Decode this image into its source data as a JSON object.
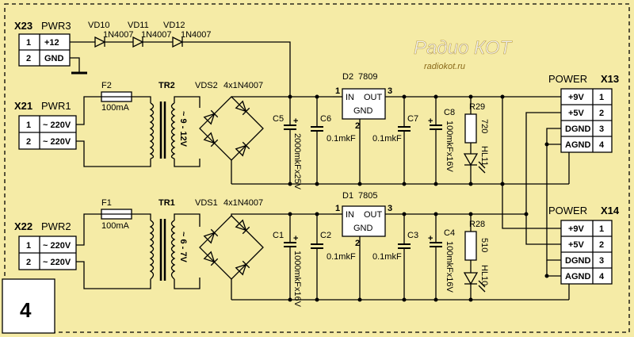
{
  "watermark": {
    "title": "Радио КОТ",
    "url": "radiokot.ru"
  },
  "figure_number": "4",
  "connectors": {
    "x23": {
      "ref": "X23",
      "name": "PWR3",
      "pins": [
        {
          "num": "1",
          "label": "+12"
        },
        {
          "num": "2",
          "label": "GND"
        }
      ]
    },
    "x21": {
      "ref": "X21",
      "name": "PWR1",
      "pins": [
        {
          "num": "1",
          "label": "~ 220V"
        },
        {
          "num": "2",
          "label": "~ 220V"
        }
      ]
    },
    "x22": {
      "ref": "X22",
      "name": "PWR2",
      "pins": [
        {
          "num": "1",
          "label": "~ 220V"
        },
        {
          "num": "2",
          "label": "~ 220V"
        }
      ]
    },
    "x13": {
      "ref": "X13",
      "name": "POWER",
      "pins": [
        {
          "label": "+9V",
          "num": "1"
        },
        {
          "label": "+5V",
          "num": "2"
        },
        {
          "label": "DGND",
          "num": "3"
        },
        {
          "label": "AGND",
          "num": "4"
        }
      ]
    },
    "x14": {
      "ref": "X14",
      "name": "POWER",
      "pins": [
        {
          "label": "+9V",
          "num": "1"
        },
        {
          "label": "+5V",
          "num": "2"
        },
        {
          "label": "DGND",
          "num": "3"
        },
        {
          "label": "AGND",
          "num": "4"
        }
      ]
    }
  },
  "diodes": [
    {
      "ref": "VD10",
      "part": "1N4007"
    },
    {
      "ref": "VD11",
      "part": "1N4007"
    },
    {
      "ref": "VD12",
      "part": "1N4007"
    }
  ],
  "fuses": {
    "f2": {
      "ref": "F2",
      "value": "100mA"
    },
    "f1": {
      "ref": "F1",
      "value": "100mA"
    }
  },
  "transformers": {
    "tr2": {
      "ref": "TR2",
      "voltage": "~ 9 - 12V"
    },
    "tr1": {
      "ref": "TR1",
      "voltage": "~ 6 - 7V"
    }
  },
  "bridges": {
    "vds2": {
      "ref": "VDS2",
      "part": "4x1N4007"
    },
    "vds1": {
      "ref": "VDS1",
      "part": "4x1N4007"
    }
  },
  "regulators": {
    "d2": {
      "ref": "D2",
      "part": "7809",
      "in": "IN",
      "out": "OUT",
      "gnd": "GND",
      "pin1": "1",
      "pin2": "2",
      "pin3": "3"
    },
    "d1": {
      "ref": "D1",
      "part": "7805",
      "in": "IN",
      "out": "OUT",
      "gnd": "GND",
      "pin1": "1",
      "pin2": "2",
      "pin3": "3"
    }
  },
  "capacitors": {
    "c5": {
      "ref": "C5",
      "value": "2000mkFx25V"
    },
    "c6": {
      "ref": "C6",
      "value": "0.1mkF"
    },
    "c7": {
      "ref": "C7",
      "value": "0.1mkF"
    },
    "c8": {
      "ref": "C8",
      "value": "100mkFx16V"
    },
    "c1": {
      "ref": "C1",
      "value": "1000mkFx16V"
    },
    "c2": {
      "ref": "C2",
      "value": "0.1mkF"
    },
    "c3": {
      "ref": "C3",
      "value": "0.1mkF"
    },
    "c4": {
      "ref": "C4",
      "value": "100mkFx16V"
    }
  },
  "resistors": {
    "r29": {
      "ref": "R29",
      "value": "720"
    },
    "r28": {
      "ref": "R28",
      "value": "510"
    }
  },
  "leds": {
    "hl11": {
      "ref": "HL11"
    },
    "hl10": {
      "ref": "HL10"
    }
  },
  "polarity": {
    "plus": "+"
  }
}
